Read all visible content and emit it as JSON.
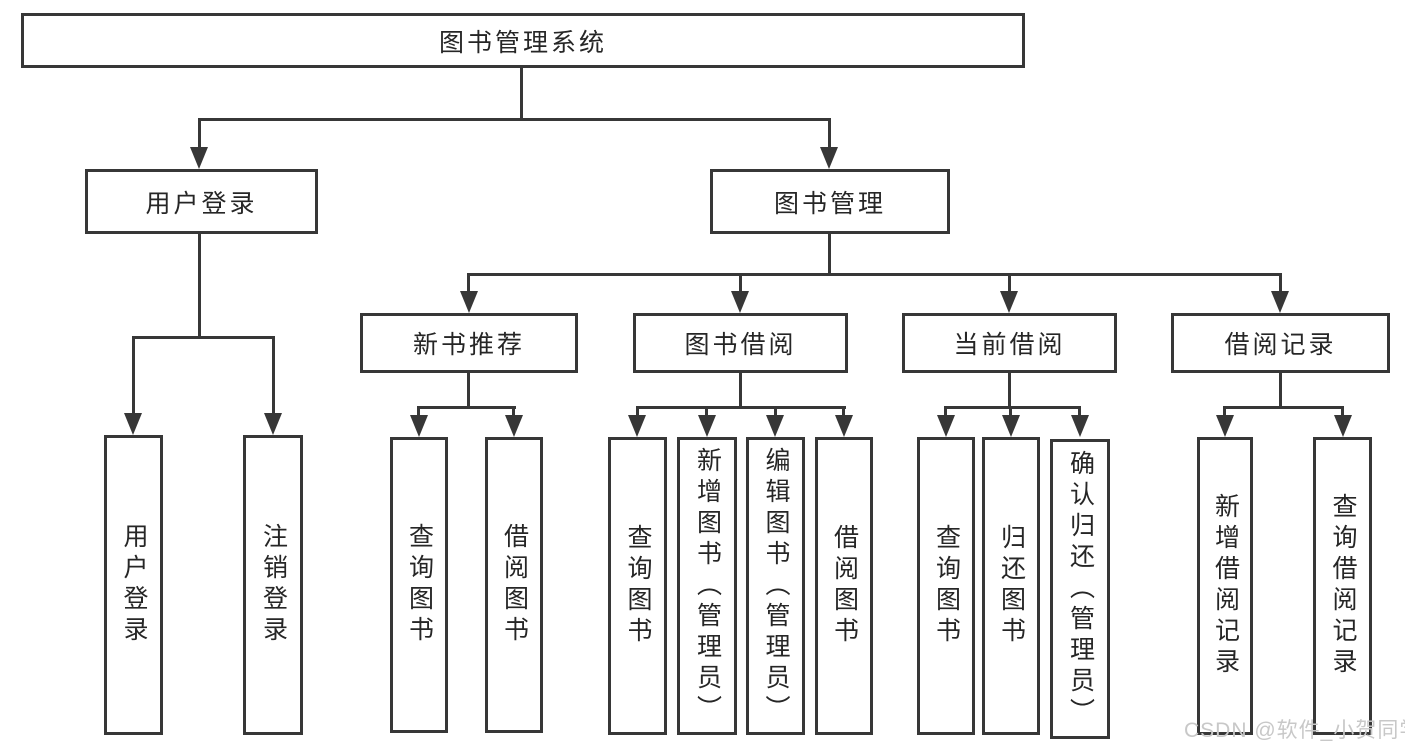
{
  "nodes": {
    "root": "图书管理系统",
    "user_login": "用户登录",
    "book_mgmt": "图书管理",
    "user_login_children": [
      "用户登录",
      "注销登录"
    ],
    "book_mgmt_children": [
      "新书推荐",
      "图书借阅",
      "当前借阅",
      "借阅记录"
    ],
    "new_book_rec_children": [
      "查询图书",
      "借阅图书"
    ],
    "book_borrow_children": [
      "查询图书",
      "新增图书（管理员）",
      "编辑图书（管理员）",
      "借阅图书"
    ],
    "current_borrow_children": [
      "查询图书",
      "归还图书",
      "确认归还（管理员）"
    ],
    "borrow_record_children": [
      "新增借阅记录",
      "查询借阅记录"
    ]
  },
  "watermark": "CSDN @软件_小贺同学",
  "colors": {
    "line": "#373737",
    "text": "#262626",
    "watermark": "#c8c8c8",
    "background": "#ffffff"
  }
}
